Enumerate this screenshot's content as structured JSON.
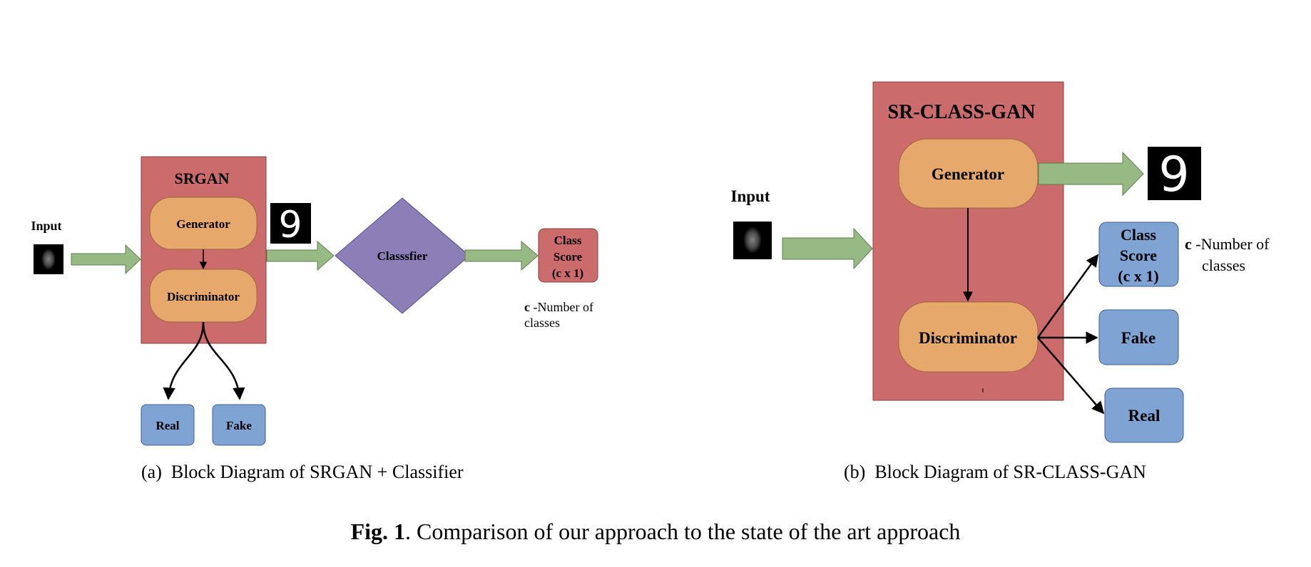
{
  "colors": {
    "gan_box": "#cc6b6b",
    "gan_box_stroke": "#8a3f3f",
    "module": "#e7a86c",
    "module_stroke": "#9a6a3c",
    "output": "#7fa3d3",
    "output_stroke": "#3f5f8f",
    "arrow": "#97ba85",
    "arrow_stroke": "#5f7f50",
    "classifier": "#8c7fb8",
    "classifier_stroke": "#5a4f8a",
    "digit_bg": "#000000"
  },
  "diagram_a": {
    "input_label": "Input",
    "srgan_title": "SRGAN",
    "generator": "Generator",
    "discriminator": "Discriminator",
    "classifier": "Classsfier",
    "class_score": [
      "Class",
      "Score",
      "(c x 1)"
    ],
    "real": "Real",
    "fake": "Fake",
    "note_c": "c",
    "note_line1": " -Number of",
    "note_line2": "classes",
    "digit": "9",
    "caption": "(a) Block Diagram of SRGAN + Classifier"
  },
  "diagram_b": {
    "input_label": "Input",
    "title": "SR-CLASS-GAN",
    "generator": "Generator",
    "discriminator": "Discriminator",
    "class_score": [
      "Class",
      "Score",
      "(c x 1)"
    ],
    "fake": "Fake",
    "real": "Real",
    "note_c": "c",
    "note_line1": " -Number of",
    "note_line2": "classes",
    "digit": "9",
    "caption": "(b) Block Diagram of SR-CLASS-GAN"
  },
  "figure_caption": {
    "label": "Fig. 1",
    "text": ". Comparison of our approach to the state of the art approach"
  }
}
